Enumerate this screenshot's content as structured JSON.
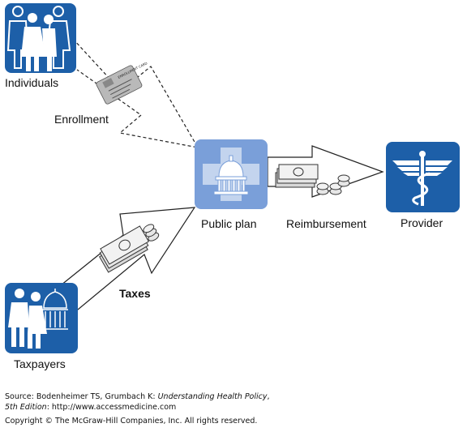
{
  "nodes": {
    "individuals": "Individuals",
    "taxpayers": "Taxpayers",
    "public_plan": "Public plan",
    "provider": "Provider"
  },
  "flows": {
    "enrollment": "Enrollment",
    "taxes": "Taxes",
    "reimbursement": "Reimbursement"
  },
  "card": {
    "title": "ENROLLMENT CARD"
  },
  "footer": {
    "source_prefix": "Source: Bodenheimer TS, Grumbach K: ",
    "source_title": "Understanding Health Policy",
    "source_edition": "5th Edition",
    "source_suffix": ": http://www.accessmedicine.com",
    "copyright": "Copyright © The McGraw-Hill Companies, Inc. All rights reserved."
  },
  "colors": {
    "icon_blue": "#1d5fa8",
    "plan_blue": "#7a9fd9",
    "card_gray": "#b9b9b9",
    "money_gray": "#d8d8d8"
  }
}
